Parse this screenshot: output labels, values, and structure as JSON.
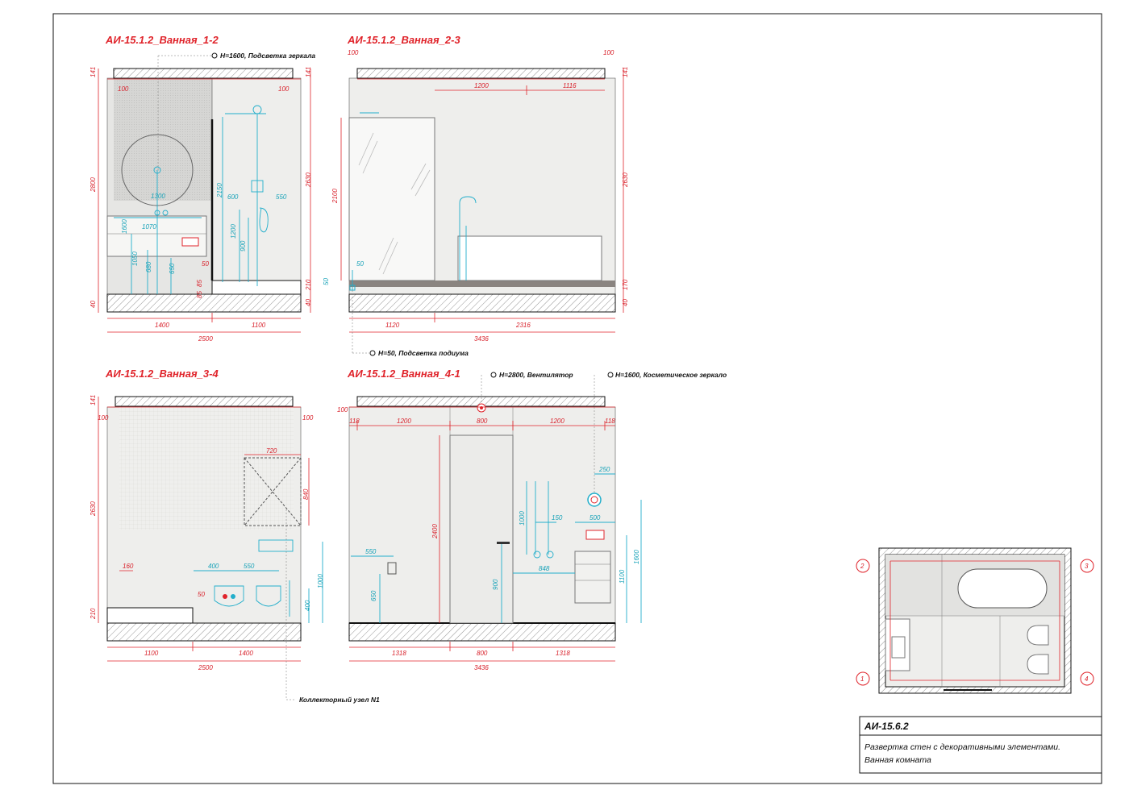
{
  "sheet": {
    "views": [
      {
        "title": "АИ-15.1.2_Ванная_1-2",
        "note": "Н=1600, Подсветка зеркала",
        "dims": {
          "top_left": "100",
          "top_right": "100",
          "h_ceiling": "141",
          "h_total": "2800",
          "h_right": "2630",
          "h_podium": "210",
          "h_floor": "40",
          "mirror_w": "1300",
          "mirror_h": "1600",
          "vanity_w": "1070",
          "h1050": "1050",
          "h680": "680",
          "h650": "650",
          "h2150": "2150",
          "w600": "600",
          "w550": "550",
          "h1200": "1200",
          "h900": "900",
          "w50": "50",
          "h85": "85",
          "h85b": "85",
          "bottom_1": "1400",
          "bottom_2": "1100",
          "bottom_total": "2500"
        }
      },
      {
        "title": "АИ-15.1.2_Ванная_2-3",
        "note": "Н=50, Подсветка подиума",
        "dims": {
          "top_left": "100",
          "top_right": "100",
          "w1200": "1200",
          "w1116": "1116",
          "h_ceiling": "141",
          "h2100": "2100",
          "h_right": "2630",
          "w50": "50",
          "h50": "50",
          "h170": "170",
          "h_floor": "40",
          "bottom_1": "1120",
          "bottom_2": "2316",
          "bottom_total": "3436"
        }
      },
      {
        "title": "АИ-15.1.2_Ванная_3-4",
        "note": "Коллекторный узел N1",
        "dims": {
          "top_left": "100",
          "top_right": "100",
          "h_ceiling": "141",
          "h_total": "2630",
          "h210": "210",
          "w720": "720",
          "h840": "840",
          "w160": "160",
          "w400": "400",
          "w550": "550",
          "w50": "50",
          "h400": "400",
          "h1000": "1000",
          "bottom_1": "1100",
          "bottom_2": "1400",
          "bottom_total": "2500"
        }
      },
      {
        "title": "АИ-15.1.2_Ванная_4-1",
        "note_fan": "Н=2800, Вентилятор",
        "note_mirror": "Н=1600, Косметическое зеркало",
        "dims": {
          "top_left": "100",
          "w118a": "118",
          "w1200a": "1200",
          "w800": "800",
          "w1200b": "1200",
          "w118b": "118",
          "h2400": "2400",
          "w550": "550",
          "h650": "650",
          "h1000": "1000",
          "w150": "150",
          "h900": "900",
          "w848": "848",
          "w250": "250",
          "w500": "500",
          "h1100": "1100",
          "h1600": "1600",
          "bottom_1": "1318",
          "bottom_2": "800",
          "bottom_3": "1318",
          "bottom_total": "3436"
        }
      }
    ],
    "plan": {
      "markers": [
        "1",
        "2",
        "3",
        "4"
      ]
    },
    "stamp": {
      "code": "АИ-15.6.2",
      "line1": "Развертка стен с декоративными элементами.",
      "line2": "Ванная   комната"
    }
  },
  "colors": {
    "dimension": "#e0242b",
    "fixture": "#22aecb",
    "wall": "#e9e9e7",
    "line": "#111111"
  }
}
